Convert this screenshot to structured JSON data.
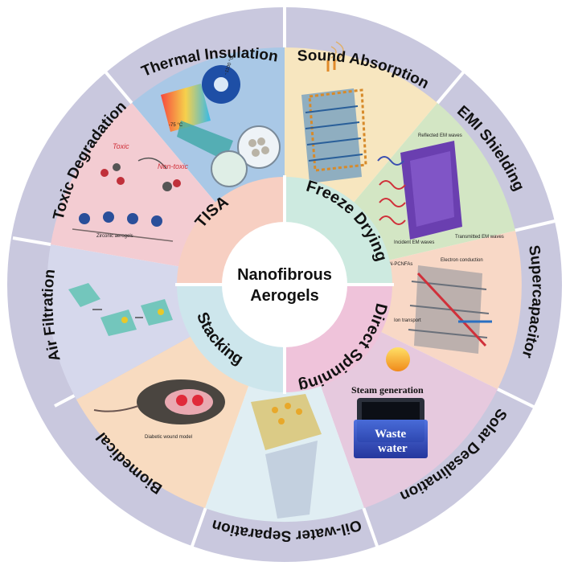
{
  "center": {
    "line1": "Nanofibrous",
    "line2": "Aerogels"
  },
  "methods": {
    "tisa": "TISA",
    "freeze_drying": "Freeze Drying",
    "direct_spinning": "Direct Spinning",
    "stacking": "Stacking"
  },
  "applications": {
    "thermal_insulation": "Thermal Insulation",
    "sound_absorption": "Sound Absorption",
    "emi_shielding": "EMI Shielding",
    "supercapacitor": "Supercapacitor",
    "solar_desalination": "Solar Desalination",
    "oil_water_separation": "Oil-water Separation",
    "biomedical": "Biomedical",
    "air_filtration": "Air Filtration",
    "toxic_degradation": "Toxic Degradation"
  },
  "panel_labels": {
    "toxic": "Toxic",
    "non_toxic": "Non-toxic",
    "zirconic": "Zirconic aerogels",
    "temp_low": "-75 °C",
    "temp_high": "~1100 °C",
    "reflected": "Reflected EM waves",
    "incident": "Incident EM waves",
    "transmitted": "Transmitted EM waves",
    "npcnfas": "N-PCNFAs",
    "electron": "Electron conduction",
    "ion": "Ion transport",
    "steam": "Steam generation",
    "waste1": "Waste",
    "waste2": "water",
    "wound": "Diabetic wound model"
  },
  "colors": {
    "outer_ring": "#c9c8de",
    "outer_stroke": "#ffffff",
    "thermal_panel": "#a9c8e6",
    "sound_panel": "#f7e6bf",
    "emi_panel": "#d3e6c4",
    "supercap_panel": "#f8d8c6",
    "solar_panel": "#e6c9de",
    "oil_panel": "#e0eef3",
    "bio_panel": "#f8dbc0",
    "air_panel": "#d6d8ec",
    "toxic_panel": "#f3ccd2",
    "tisa_sector": "#f7cfc2",
    "freeze_sector": "#cdeae0",
    "spinning_sector": "#efc3da",
    "stacking_sector": "#cde6ec"
  }
}
